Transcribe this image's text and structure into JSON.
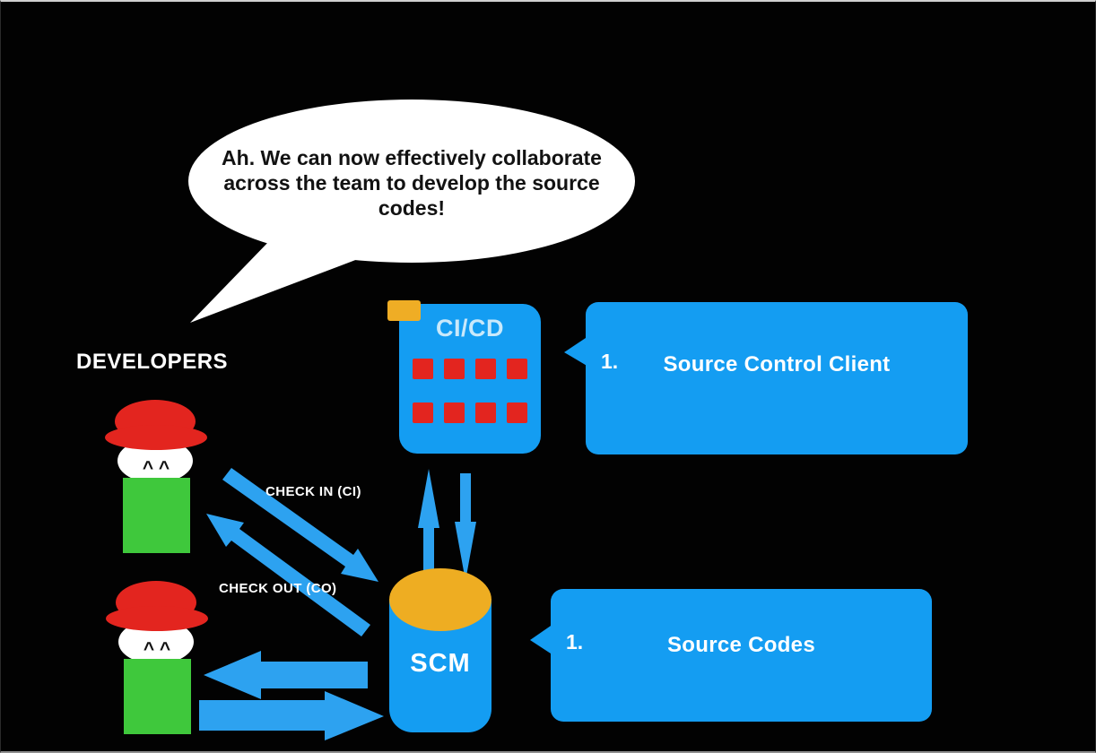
{
  "speech_bubble": {
    "lines": [
      "Ah. We can now effectively collaborate",
      "across the team to develop the source",
      "codes!"
    ]
  },
  "labels": {
    "developers": "DEVELOPERS",
    "check_in": "CHECK IN (CI)",
    "check_out": "CHECK OUT (CO)"
  },
  "developers": [
    {
      "eyes": "^ ^"
    },
    {
      "eyes": "^ ^"
    }
  ],
  "cicd": {
    "title": "CI/CD",
    "status_rows": 2,
    "status_cols": 4
  },
  "scm": {
    "label": "SCM"
  },
  "callouts": [
    {
      "number": "1.",
      "label": "Source Control Client"
    },
    {
      "number": "1.",
      "label": "Source Codes"
    }
  ],
  "colors": {
    "background": "#020202",
    "blue": "#149df2",
    "red": "#e3251f",
    "green": "#3fc83c",
    "orange": "#eead22",
    "bubble": "#ffffff",
    "cicd_title": "#c9e9fb"
  }
}
